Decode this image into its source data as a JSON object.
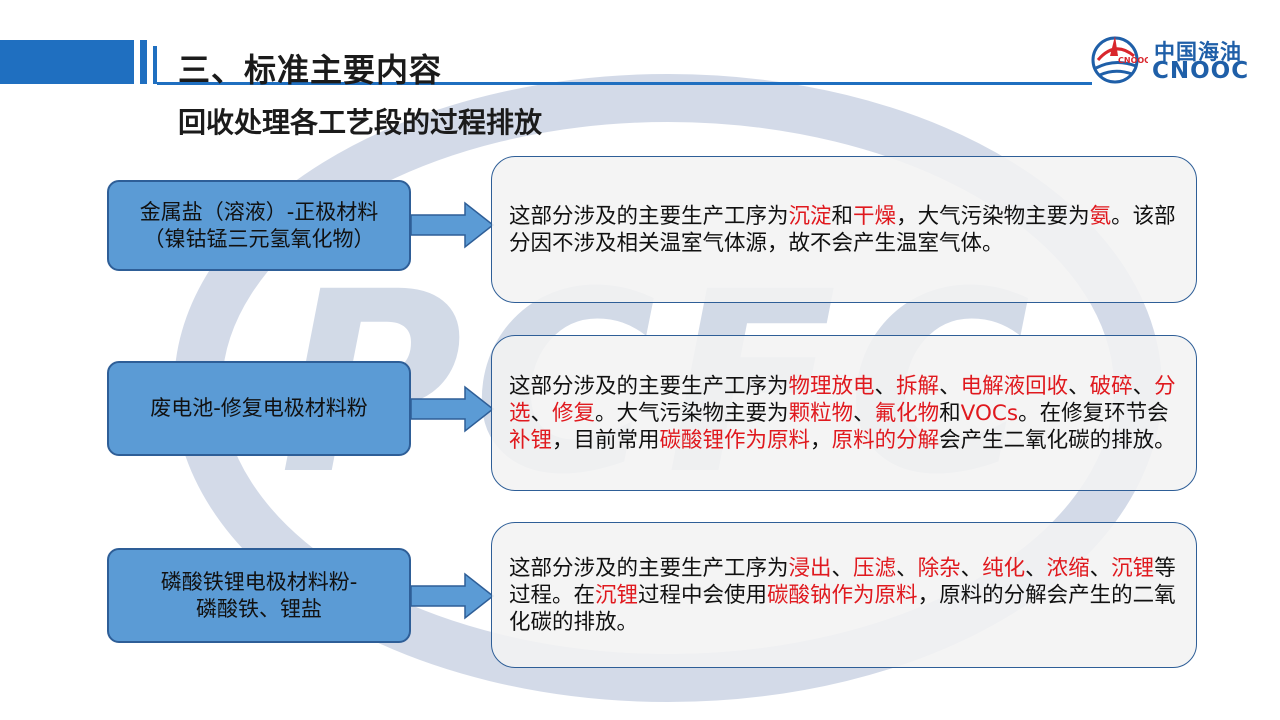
{
  "header": {
    "title": "三、标准主要内容",
    "subtitle": "回收处理各工艺段的过程排放"
  },
  "logo": {
    "badge_text": "CNOOC",
    "name_cn": "中国海油",
    "name_en": "CNOOC"
  },
  "watermark": {
    "text": "PCFC"
  },
  "colors": {
    "accent": "#1f6fc0",
    "box_fill": "#5b9bd5",
    "highlight": "#e0191e",
    "text_box": "#f2f2f2"
  },
  "rows": [
    {
      "label_line1": "金属盐（溶液）-正极材料",
      "label_line2": "（镍钴锰三元氢氧化物）",
      "desc": [
        {
          "t": "这部分涉及的主要生产工序为"
        },
        {
          "t": "沉淀",
          "hl": true
        },
        {
          "t": "和"
        },
        {
          "t": "干燥",
          "hl": true
        },
        {
          "t": "，大气污染物主要为"
        },
        {
          "t": "氨",
          "hl": true
        },
        {
          "t": "。该部分因不涉及相关温室气体源，故不会产生温室气体。"
        }
      ]
    },
    {
      "label_line1": "废电池-修复电极材料粉",
      "label_line2": "",
      "desc": [
        {
          "t": "这部分涉及的主要生产工序为"
        },
        {
          "t": "物理放电",
          "hl": true
        },
        {
          "t": "、"
        },
        {
          "t": "拆解",
          "hl": true
        },
        {
          "t": "、"
        },
        {
          "t": "电解液回收",
          "hl": true
        },
        {
          "t": "、"
        },
        {
          "t": "破碎",
          "hl": true
        },
        {
          "t": "、"
        },
        {
          "t": "分选",
          "hl": true
        },
        {
          "t": "、"
        },
        {
          "t": "修复",
          "hl": true
        },
        {
          "t": "。大气污染物主要为"
        },
        {
          "t": "颗粒物",
          "hl": true
        },
        {
          "t": "、"
        },
        {
          "t": "氟化物",
          "hl": true
        },
        {
          "t": "和"
        },
        {
          "t": "VOCs",
          "hl": true
        },
        {
          "t": "。在修复环节会"
        },
        {
          "t": "补锂",
          "hl": true
        },
        {
          "t": "，目前常用"
        },
        {
          "t": "碳酸锂作为原料",
          "hl": true
        },
        {
          "t": "，"
        },
        {
          "t": "原料的分解",
          "hl": true
        },
        {
          "t": "会产生二氧化碳的排放。"
        }
      ]
    },
    {
      "label_line1": "磷酸铁锂电极材料粉-",
      "label_line2": "磷酸铁、锂盐",
      "desc": [
        {
          "t": "这部分涉及的主要生产工序为"
        },
        {
          "t": "浸出",
          "hl": true
        },
        {
          "t": "、"
        },
        {
          "t": "压滤",
          "hl": true
        },
        {
          "t": "、"
        },
        {
          "t": "除杂",
          "hl": true
        },
        {
          "t": "、"
        },
        {
          "t": "纯化",
          "hl": true
        },
        {
          "t": "、"
        },
        {
          "t": "浓缩",
          "hl": true
        },
        {
          "t": "、"
        },
        {
          "t": "沉锂",
          "hl": true
        },
        {
          "t": "等过程。在"
        },
        {
          "t": "沉锂",
          "hl": true
        },
        {
          "t": "过程中会使用"
        },
        {
          "t": "碳酸钠作为原料",
          "hl": true
        },
        {
          "t": "，原料的分解会产生的二氧化碳的排放。"
        }
      ]
    }
  ]
}
